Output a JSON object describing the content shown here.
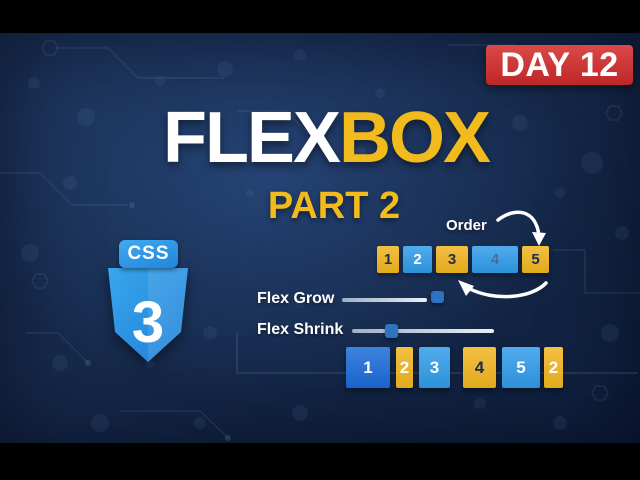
{
  "banner": {
    "label": "DAY 12"
  },
  "title": {
    "white": "FLEX",
    "yellow": "BOX",
    "subtitle": "PART 2"
  },
  "css_logo": {
    "badge": "CSS",
    "number": "3"
  },
  "order_demo": {
    "label": "Order",
    "boxes": [
      {
        "num": "1",
        "color": "yellow",
        "text": "dark"
      },
      {
        "num": "2",
        "color": "blue",
        "text": "light"
      },
      {
        "num": "3",
        "color": "yellow",
        "text": "dark"
      },
      {
        "num": "4",
        "color": "blue",
        "text": "muted"
      },
      {
        "num": "5",
        "color": "yellow",
        "text": "dark"
      }
    ]
  },
  "sliders": {
    "grow": {
      "label": "Flex Grow"
    },
    "shrink": {
      "label": "Flex Shrink"
    }
  },
  "shrink_demo": {
    "boxes": [
      {
        "num": "1",
        "color": "deepblue",
        "text": "light"
      },
      {
        "num": "2",
        "color": "yellow",
        "text": "light"
      },
      {
        "num": "3",
        "color": "blue",
        "text": "light"
      },
      {
        "num": "4",
        "color": "yellow",
        "text": "dark"
      },
      {
        "num": "5",
        "color": "blue",
        "text": "light"
      },
      {
        "num": "2",
        "color": "yellow",
        "text": "light"
      }
    ]
  },
  "colors": {
    "red": "#d42b2b",
    "yellow": "#f0b41e",
    "accent_yellow": "#f2bb1d",
    "blue": "#2f9be8",
    "deep_blue": "#1a6ad8",
    "logo_blue": "#2795e9",
    "navy_bg": "#16294a"
  }
}
